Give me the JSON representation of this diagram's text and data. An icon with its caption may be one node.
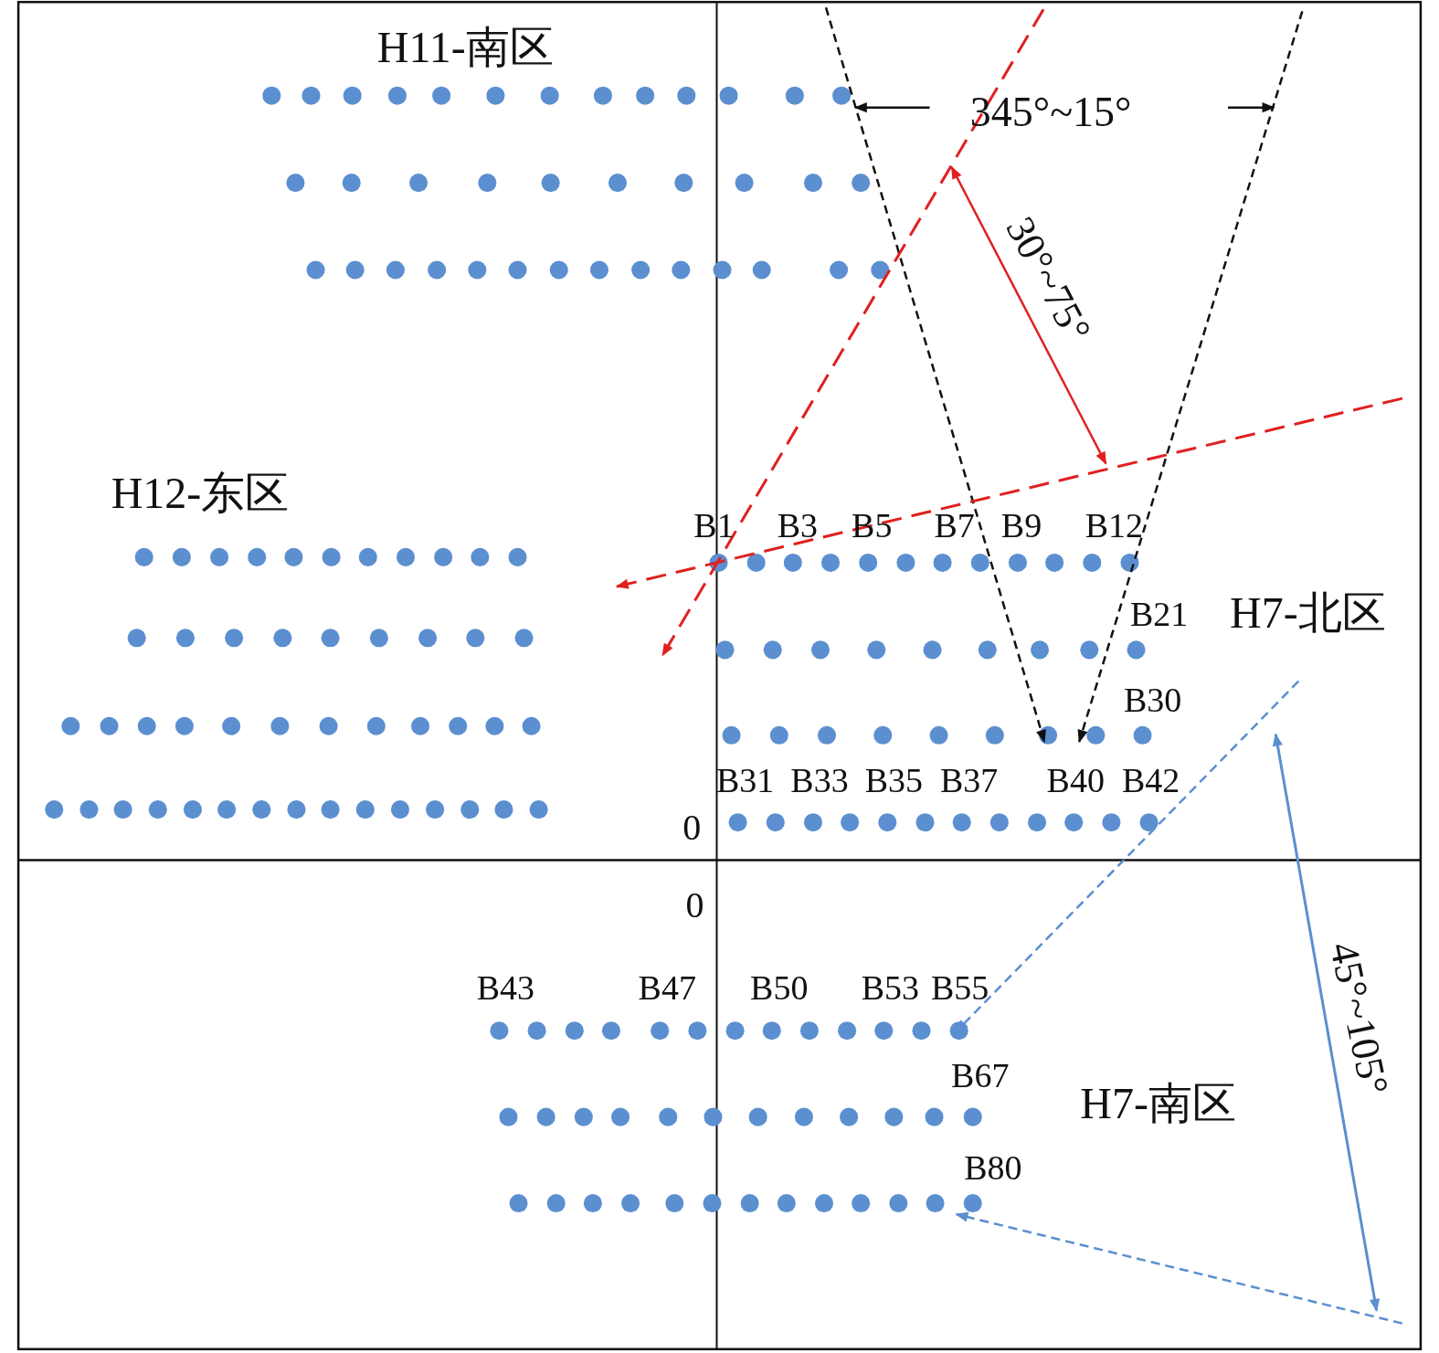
{
  "diagram": {
    "labels": [
      "H11-南区",
      "345°~15°",
      "30°~75°",
      "H12-东区",
      "B1",
      "B3",
      "B5",
      "B7",
      "B9",
      "B12",
      "B21",
      "H7-北区",
      "B30",
      "B31",
      "B33",
      "B35",
      "B37",
      "B40",
      "B42",
      "0",
      "0",
      "B43",
      "B47",
      "B50",
      "B53",
      "B55",
      "B67",
      "H7-南区",
      "B80",
      "45°~105°"
    ]
  }
}
